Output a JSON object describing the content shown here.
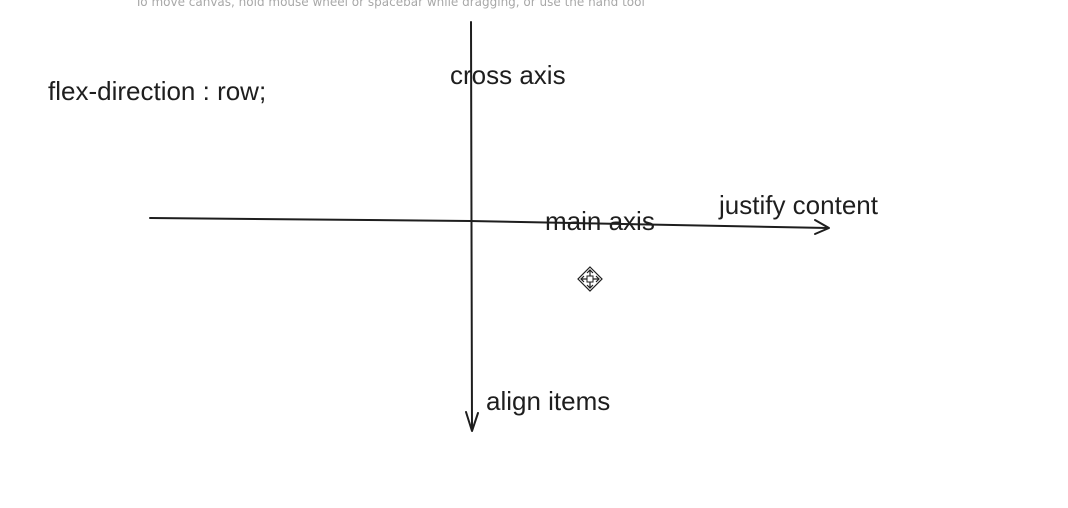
{
  "canvas": {
    "hint_text": "To move canvas, hold mouse wheel or spacebar while dragging, or use the hand tool",
    "stroke_color": "#1e1e1e",
    "hint_color": "#a8a8a8",
    "background": "#ffffff"
  },
  "labels": {
    "flex_direction": "flex-direction : row;",
    "cross_axis": "cross axis",
    "justify_content": "justify content",
    "main_axis": "main axis",
    "align_items": "align items"
  },
  "cursor": {
    "icon": "move-cursor-icon"
  }
}
